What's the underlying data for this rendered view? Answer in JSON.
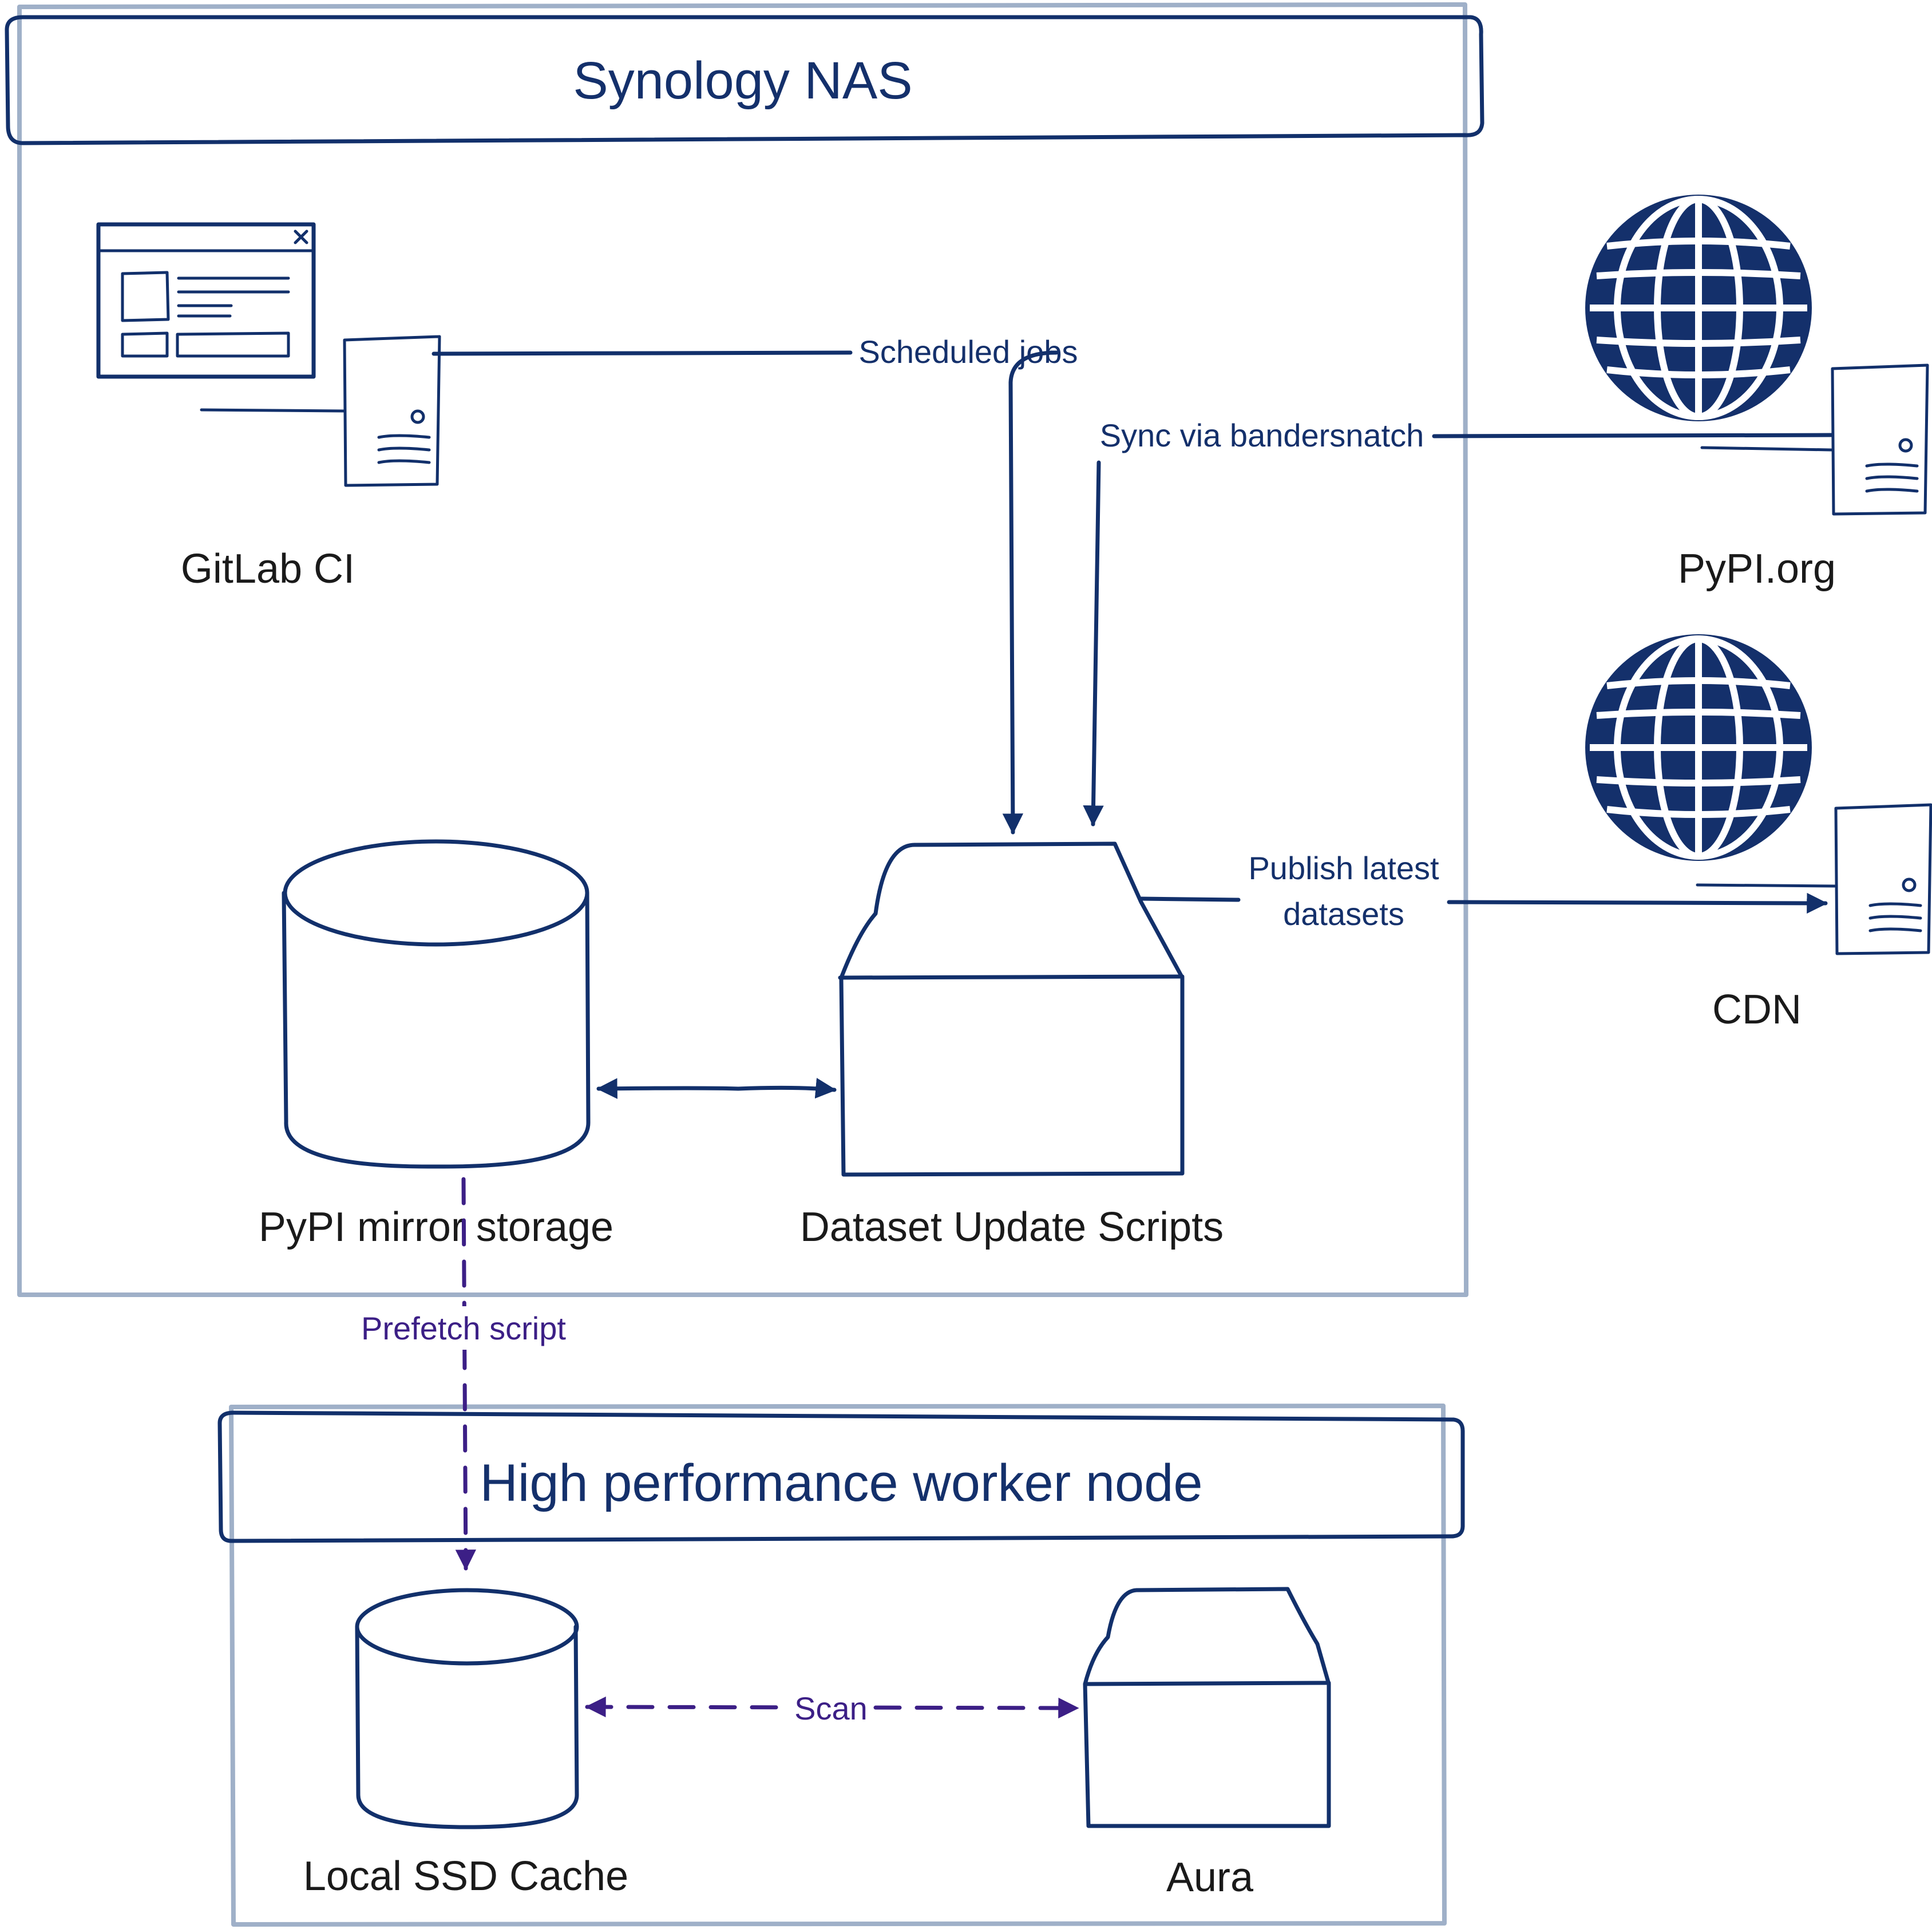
{
  "groups": {
    "nas": {
      "title": "Synology NAS"
    },
    "worker": {
      "title": "High performance worker node"
    }
  },
  "nodes": {
    "gitlab": {
      "label": "GitLab CI",
      "icon": "web-server-icon"
    },
    "pypi_org": {
      "label": "PyPI.org",
      "icon": "globe-server-icon"
    },
    "cdn": {
      "label": "CDN",
      "icon": "globe-server-icon"
    },
    "mirror": {
      "label": "PyPI mirror storage",
      "icon": "database-icon"
    },
    "scripts": {
      "label": "Dataset Update Scripts",
      "icon": "box-icon"
    },
    "ssd": {
      "label": "Local SSD Cache",
      "icon": "database-icon"
    },
    "aura": {
      "label": "Aura",
      "icon": "box-icon"
    }
  },
  "edges": {
    "scheduled": {
      "label": "Scheduled jobs"
    },
    "sync": {
      "label": "Sync via bandersnatch"
    },
    "publish": {
      "line1": "Publish latest",
      "line2": "datasets"
    },
    "prefetch": {
      "label": "Prefetch script"
    },
    "scan": {
      "label": "Scan"
    }
  },
  "colors": {
    "primary": "#12306b",
    "group_border": "#9fb0c8",
    "accent": "#3c1f86"
  }
}
